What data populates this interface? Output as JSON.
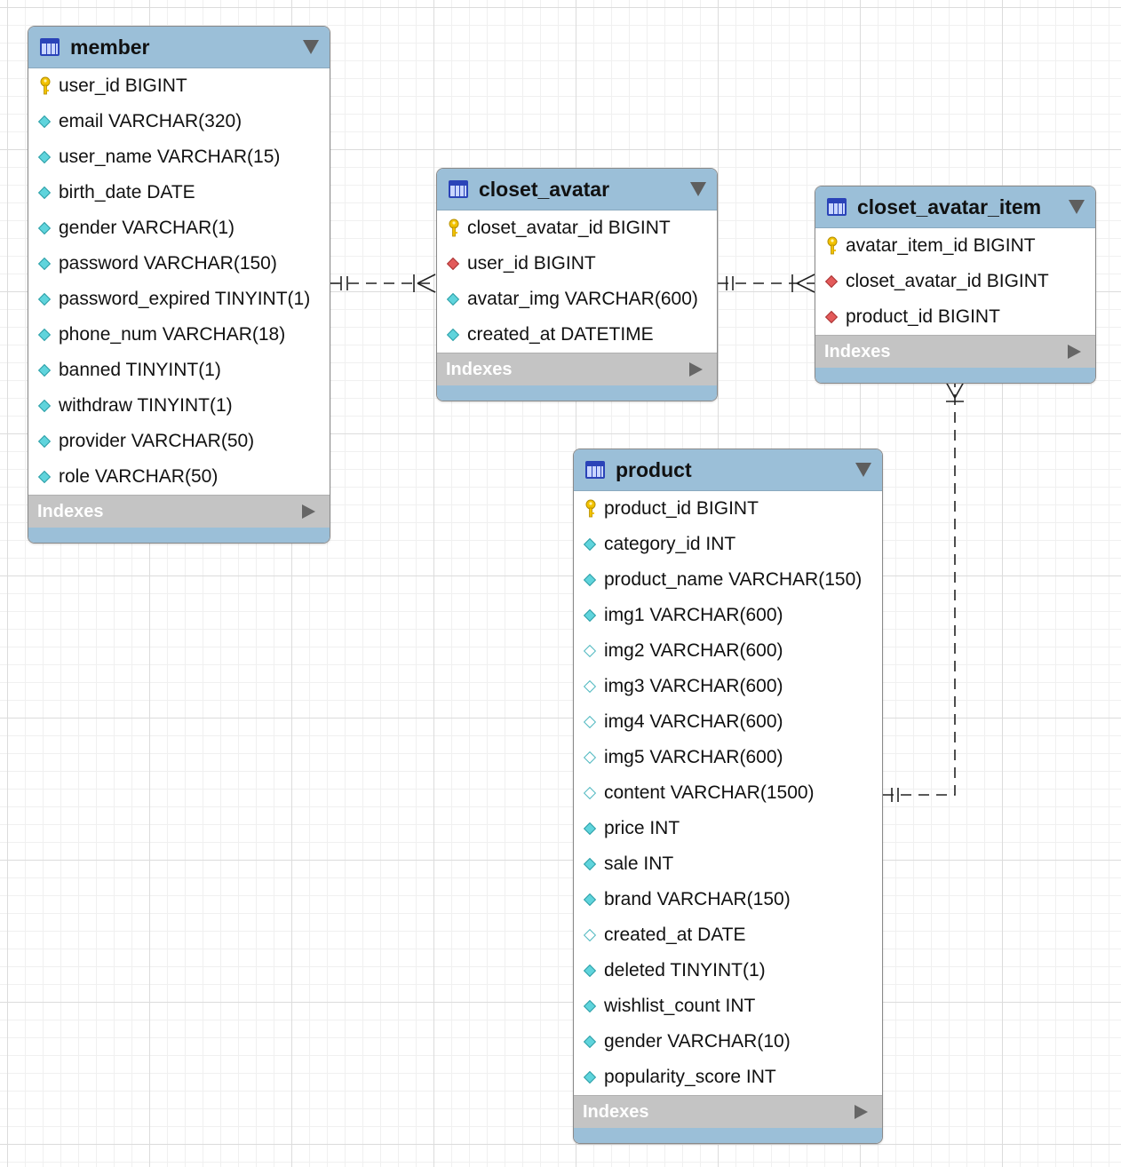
{
  "diagram": {
    "tables": {
      "member": {
        "title": "member",
        "columns": [
          {
            "label": "user_id BIGINT",
            "kind": "pk"
          },
          {
            "label": "email VARCHAR(320)",
            "kind": "nn"
          },
          {
            "label": "user_name VARCHAR(15)",
            "kind": "nn"
          },
          {
            "label": "birth_date DATE",
            "kind": "nn"
          },
          {
            "label": "gender VARCHAR(1)",
            "kind": "nn"
          },
          {
            "label": "password VARCHAR(150)",
            "kind": "nn"
          },
          {
            "label": "password_expired TINYINT(1)",
            "kind": "nn"
          },
          {
            "label": "phone_num VARCHAR(18)",
            "kind": "nn"
          },
          {
            "label": "banned TINYINT(1)",
            "kind": "nn"
          },
          {
            "label": "withdraw TINYINT(1)",
            "kind": "nn"
          },
          {
            "label": "provider VARCHAR(50)",
            "kind": "nn"
          },
          {
            "label": "role VARCHAR(50)",
            "kind": "nn"
          }
        ],
        "indexes_label": "Indexes"
      },
      "closet_avatar": {
        "title": "closet_avatar",
        "columns": [
          {
            "label": "closet_avatar_id BIGINT",
            "kind": "pk"
          },
          {
            "label": "user_id BIGINT",
            "kind": "fk"
          },
          {
            "label": "avatar_img VARCHAR(600)",
            "kind": "nn"
          },
          {
            "label": "created_at DATETIME",
            "kind": "nn"
          }
        ],
        "indexes_label": "Indexes"
      },
      "closet_avatar_item": {
        "title": "closet_avatar_item",
        "columns": [
          {
            "label": "avatar_item_id BIGINT",
            "kind": "pk"
          },
          {
            "label": "closet_avatar_id BIGINT",
            "kind": "fk"
          },
          {
            "label": "product_id BIGINT",
            "kind": "fk"
          }
        ],
        "indexes_label": "Indexes"
      },
      "product": {
        "title": "product",
        "columns": [
          {
            "label": "product_id BIGINT",
            "kind": "pk"
          },
          {
            "label": "category_id INT",
            "kind": "nn"
          },
          {
            "label": "product_name VARCHAR(150)",
            "kind": "nn"
          },
          {
            "label": "img1 VARCHAR(600)",
            "kind": "nn"
          },
          {
            "label": "img2 VARCHAR(600)",
            "kind": "nullable"
          },
          {
            "label": "img3 VARCHAR(600)",
            "kind": "nullable"
          },
          {
            "label": "img4 VARCHAR(600)",
            "kind": "nullable"
          },
          {
            "label": "img5 VARCHAR(600)",
            "kind": "nullable"
          },
          {
            "label": "content VARCHAR(1500)",
            "kind": "nullable"
          },
          {
            "label": "price INT",
            "kind": "nn"
          },
          {
            "label": "sale INT",
            "kind": "nn"
          },
          {
            "label": "brand VARCHAR(150)",
            "kind": "nn"
          },
          {
            "label": "created_at DATE",
            "kind": "nullable"
          },
          {
            "label": "deleted TINYINT(1)",
            "kind": "nn"
          },
          {
            "label": "wishlist_count INT",
            "kind": "nn"
          },
          {
            "label": "gender VARCHAR(10)",
            "kind": "nn"
          },
          {
            "label": "popularity_score INT",
            "kind": "nn"
          }
        ],
        "indexes_label": "Indexes"
      }
    },
    "relationships": [
      {
        "from": "member",
        "to": "closet_avatar",
        "cardinality": "one-to-many"
      },
      {
        "from": "closet_avatar",
        "to": "closet_avatar_item",
        "cardinality": "one-to-many"
      },
      {
        "from": "product",
        "to": "closet_avatar_item",
        "cardinality": "one-to-many"
      }
    ],
    "colors": {
      "header": "#9bbfd8",
      "indexes_bar": "#c4c4c4",
      "not_null_diamond": "#5fd4dc",
      "foreign_key_diamond": "#e35a5a",
      "primary_key": "#f2c200"
    }
  }
}
